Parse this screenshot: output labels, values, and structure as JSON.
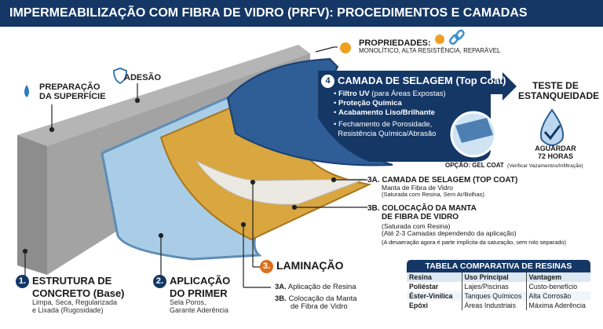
{
  "title": "IMPERMEABILIZAÇÃO COM FIBRA DE VIDRO (PRFV): PROCEDIMENTOS E CAMADAS",
  "top_labels": {
    "preparacao": [
      "PREPARAÇÃO",
      "DA SUPERFÍCIE"
    ],
    "adesao": "ADESÃO"
  },
  "propriedades": {
    "title": "PROPRIEDADES:",
    "text": "MONOLÍTICO, ALTA RESISTÊNCIA, REPARÁVEL"
  },
  "step4": {
    "number": "4",
    "title": "CAMADA DE SELAGEM (Top Coat)",
    "items": [
      {
        "bold": "Filtro UV",
        "rest": " (para Áreas Expostas)"
      },
      {
        "bold": "Proteção Química",
        "rest": ""
      },
      {
        "bold": "Acabamento Liso/Brilhante",
        "rest": ""
      }
    ],
    "extra": [
      "Fechamento de Porosidade,",
      "Resistência Química/Abrasão"
    ],
    "option": "OPÇÃO: GEL COAT"
  },
  "test": {
    "title": [
      "TESTE DE",
      "ESTANQUEIDADE"
    ],
    "wait": [
      "AGUARDAR",
      "72 HORAS"
    ],
    "note": "(Verificar Vazamentos/Infiltração)"
  },
  "layer3a": {
    "title": "3A. CAMADA DE SELAGEM (TOP COAT)",
    "lines": [
      "Manta de Fibra de Vidro",
      "(Saturada com Resina, Sem Ar/Bolhas)"
    ]
  },
  "layer3b": {
    "title": [
      "3B. COLOCAÇÃO DA MANTA",
      "DE FIBRA DE VIDRO"
    ],
    "lines": [
      "(Saturada com Resina)",
      "(Até 2-3 Camadas dependendo da aplicação)",
      "(A desaeração agora é parte implícita da saturação, sem rolo separado)"
    ]
  },
  "step1": {
    "number": "1.",
    "title": [
      "ESTRUTURA DE",
      "CONCRETO (Base)"
    ],
    "lines": [
      "Limpa, Seca, Regularizada",
      "e Lixada (Rugosidade)"
    ]
  },
  "step2": {
    "number": "2.",
    "title": [
      "APLICAÇÃO",
      "DO PRIMER"
    ],
    "lines": [
      "Sela Poros,",
      "Garante Aderência"
    ]
  },
  "step3": {
    "number": "3.",
    "title": "LAMINAÇÃO",
    "a_code": "3A.",
    "a_text": "Aplicação de Resina",
    "b_code": "3B.",
    "b_text": [
      "Colocação da Manta",
      "de Fibra de Vidro"
    ]
  },
  "table": {
    "caption": "TABELA COMPARATIVA DE RESINAS",
    "headers": [
      "Resina",
      "Uso Principal",
      "Vantagem"
    ],
    "rows": [
      [
        "Poliéstar",
        "Lajes/Piscinas",
        "Custo-benefício"
      ],
      [
        "Éster-Vinílica",
        "Tanques Químicos",
        "Alta Corrosão"
      ],
      [
        "Epóxi",
        "Áreas Industriais",
        "Máxima Aderência"
      ]
    ]
  },
  "colors": {
    "navy": "#143766",
    "orange": "#d9711e",
    "gold": "#d9a640",
    "primer": "#a9cde6",
    "concrete": "#9a9a9a"
  }
}
